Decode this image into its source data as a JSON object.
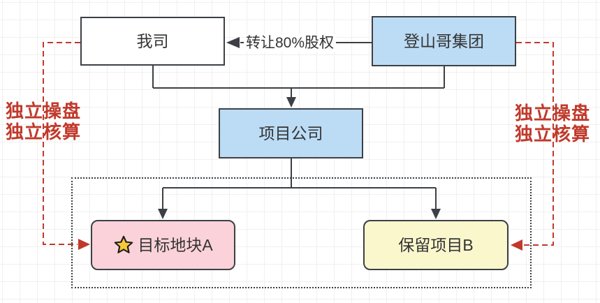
{
  "diagram": {
    "title": "equity-transfer-structure"
  },
  "nodes": {
    "our_company": {
      "label": "我司"
    },
    "group_company": {
      "label": "登山哥集团"
    },
    "project_company": {
      "label": "项目公司"
    },
    "target_plot_a": {
      "label": "目标地块A",
      "icon": "star-icon"
    },
    "retained_project_b": {
      "label": "保留项目B"
    }
  },
  "edges": {
    "transfer_label": "转让80%股权"
  },
  "annotations": {
    "left_note": {
      "line1": "独立操盘",
      "line2": "独立核算"
    },
    "right_note": {
      "line1": "独立操盘",
      "line2": "独立核算"
    }
  },
  "colors": {
    "line": "#3c4045",
    "red": "#c0392b",
    "blue": "#bcdcf5",
    "pink": "#fbd2d9",
    "yellow": "#faf7cd",
    "white": "#ffffff",
    "ink": "#333333",
    "grid": "#f0f0f0",
    "star": "#f7c938"
  }
}
